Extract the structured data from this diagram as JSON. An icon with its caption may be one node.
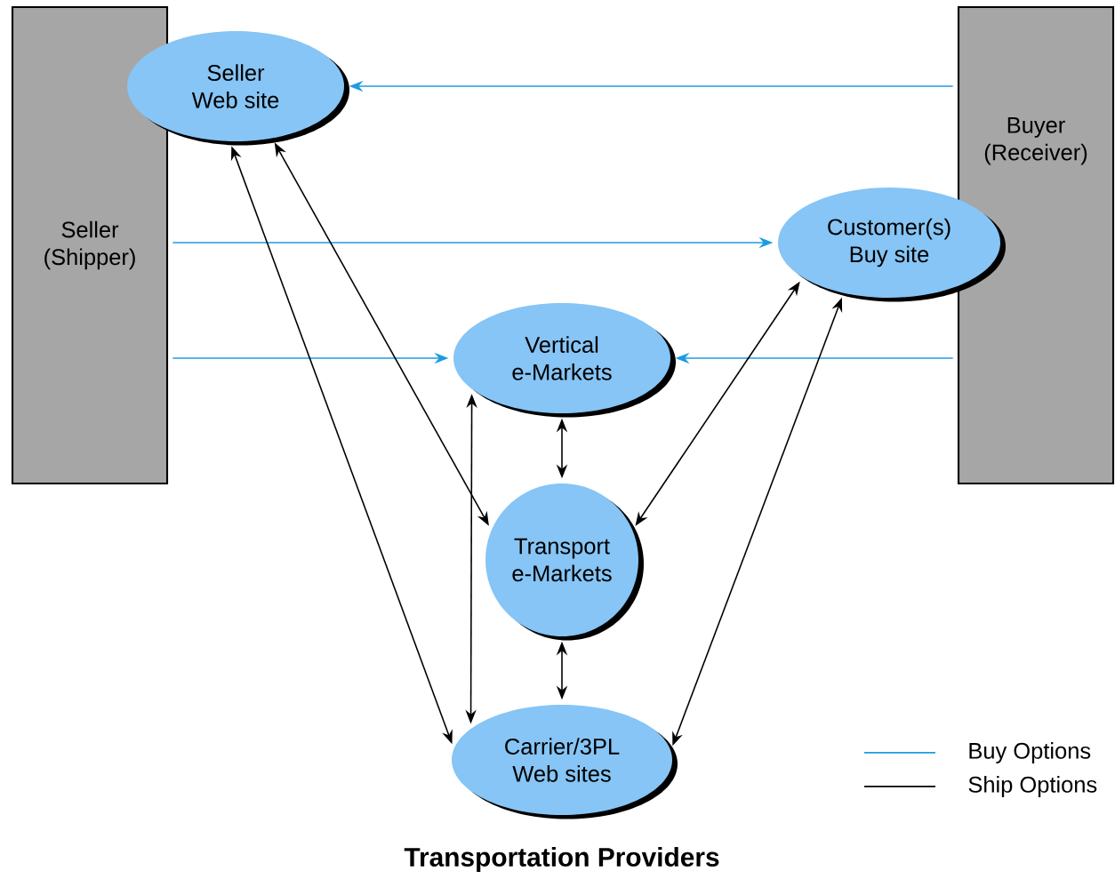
{
  "diagram": {
    "caption": "Transportation Providers",
    "nodes": [
      {
        "text": [
          "Seller (Shipper)"
        ]
      },
      {
        "text": [
          "Buyer (Receiver)"
        ]
      },
      {
        "text": [
          "Seller Web site"
        ]
      },
      {
        "text": [
          "Customer(s) Buy site"
        ]
      },
      {
        "text": [
          "Vertical e-Markets"
        ]
      },
      {
        "text": [
          "Transport e-Markets"
        ]
      },
      {
        "text": [
          "Carrier/3PL Web sites"
        ]
      }
    ],
    "edges": [
      {
        "from": 1,
        "to": 2,
        "arrow": "to",
        "color": "#1e9be0"
      },
      {
        "from": 0,
        "to": 3,
        "arrow": "to",
        "color": "#1e9be0"
      },
      {
        "from": 0,
        "to": 4,
        "arrow": "to",
        "color": "#1e9be0"
      },
      {
        "from": 1,
        "to": 4,
        "arrow": "to",
        "color": "#1e9be0"
      },
      {
        "from": 2,
        "to": 6,
        "arrow": "both"
      },
      {
        "from": 2,
        "to": 5,
        "arrow": "both"
      },
      {
        "from": 4,
        "to": 6,
        "arrow": "both"
      },
      {
        "from": 4,
        "to": 5,
        "arrow": "both"
      },
      {
        "from": 5,
        "to": 6,
        "arrow": "both"
      },
      {
        "from": 3,
        "to": 5,
        "arrow": "both"
      },
      {
        "from": 3,
        "to": 6,
        "arrow": "both"
      }
    ],
    "legend": [
      {
        "text": "Buy Options"
      },
      {
        "text": "Ship Options"
      }
    ]
  }
}
